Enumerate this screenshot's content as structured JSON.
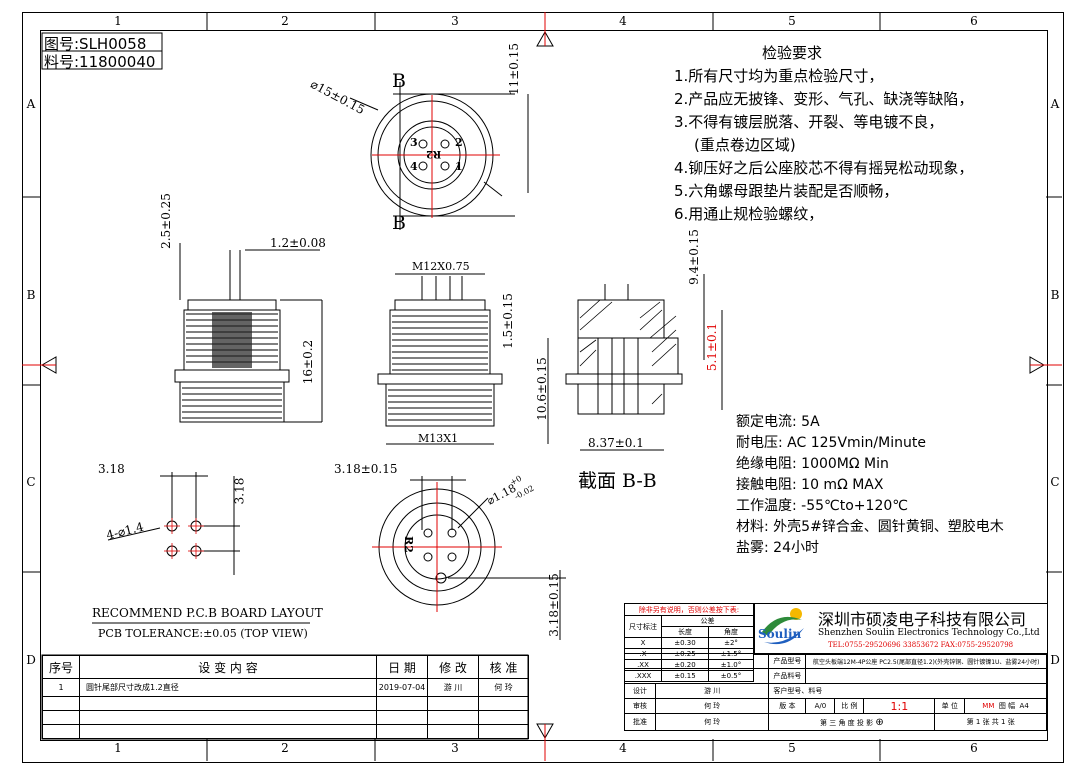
{
  "grid": {
    "top_cols": [
      "1",
      "2",
      "3",
      "4",
      "5",
      "6"
    ],
    "side_rows": [
      "A",
      "B",
      "C",
      "D"
    ]
  },
  "header": {
    "drawing_no": "图号:SLH0058",
    "material_no": "料号:11800040"
  },
  "inspection": {
    "title": "检验要求",
    "items": [
      "1.所有尺寸均为重点检验尺寸，",
      "2.产品应无披锋、变形、气孔、缺浇等缺陷，",
      "3.不得有镀层脱落、开裂、等电镀不良，",
      "(重点卷边区域)",
      "4.铆压好之后公座胶芯不得有摇晃松动现象，",
      "5.六角螺母跟垫片装配是否顺畅，",
      "6.用通止规检验螺纹，"
    ]
  },
  "specs": [
    "额定电流: 5A",
    "耐电压: AC 125Vmin/Minute",
    "绝缘电阻: 1000MΩ  Min",
    "接触电阻: 10 mΩ  MAX",
    "工作温度: -55℃to+120℃",
    "材料: 外壳5#锌合金、圆针黄铜、塑胶电木",
    "盐雾: 24小时"
  ],
  "dims": {
    "top_dia": "⌀15±0.15",
    "top_height": "11±0.15",
    "section_b1": "B",
    "section_b2": "B",
    "pin_len": "2.5±0.25",
    "pin_dia": "1.2±0.08",
    "body_h": "16±0.2",
    "thread_top": "M12X0.75",
    "thread_bot": "M13X1",
    "flange": "1.5±0.15",
    "sec_total": "9.4±0.15",
    "sec_red": "5.1±0.1",
    "sec_left": "10.6±0.15",
    "sec_width": "8.37±0.1",
    "section_title": "截面  B-B",
    "pcb_318a": "3.18",
    "pcb_318b": "3.18",
    "pcb_holes": "4-⌀1.4",
    "bot_318": "3.18±0.15",
    "bot_dia": "⌀1.18",
    "bot_tol_plus": "+0",
    "bot_tol_minus": "-0.02",
    "bot_side": "3.18±0.15",
    "mark_r2": "R2",
    "pin_labels": [
      "3",
      "4",
      "2",
      "1"
    ]
  },
  "pcb_layout": {
    "title": "RECOMMEND P.C.B BOARD LAYOUT",
    "tolerance": "PCB TOLERANCE:±0.05   (TOP VIEW)"
  },
  "revision": {
    "headers": [
      "序号",
      "设 变 内 容",
      "日 期",
      "修 改",
      "核 准"
    ],
    "rows": [
      {
        "no": "1",
        "content": "圆针尾部尺寸改成1.2直径",
        "date": "2019-07-04",
        "by": "游 川",
        "approved": "何 玲"
      }
    ]
  },
  "title_block": {
    "note": "除非另有说明，否则公差按下表:",
    "tol_header": "公差",
    "tol_label": "尺寸标注",
    "len_label": "长度",
    "ang_label": "角度",
    "tol_rows": [
      {
        "k": "X",
        "len": "±0.30",
        "ang": "±2°"
      },
      {
        "k": ".X",
        "len": "±0.25",
        "ang": "±1.5°"
      },
      {
        "k": ".XX",
        "len": "±0.20",
        "ang": "±1.0°"
      },
      {
        "k": ".XXX",
        "len": "±0.15",
        "ang": "±0.5°"
      }
    ],
    "logo_text": "Soulin",
    "company_cn": "深圳市硕凌电子科技有限公司",
    "company_en": "Shenzhen Soulin Electronics Technology Co.,Ltd",
    "contact": "TEL:0755-29520696  33853672  FAX:0755-29520798",
    "model_label": "产品型号",
    "model_value": "航空头板端12M-4P公座 PC2.5(尾部直径1.2)(外壳锌铜、圆针镀镍1U、盐雾24小时)",
    "part_label": "产品料号",
    "part_value": "",
    "cust_label": "客户型号、料号",
    "design_label": "设计",
    "design_value": "游 川",
    "review_label": "审核",
    "review_value": "何 玲",
    "approve_label": "批准",
    "approve_value": "何 玲",
    "version_label": "版 本",
    "version_value": "A/0",
    "scale_label": "比 例",
    "scale_value": "1:1",
    "unit_label": "单 位",
    "unit_value": "MM",
    "size_label": "图 幅",
    "size_value": "A4",
    "projection": "第 三 角 度 投 影",
    "sheet": "第 1 张  共 1 张"
  }
}
